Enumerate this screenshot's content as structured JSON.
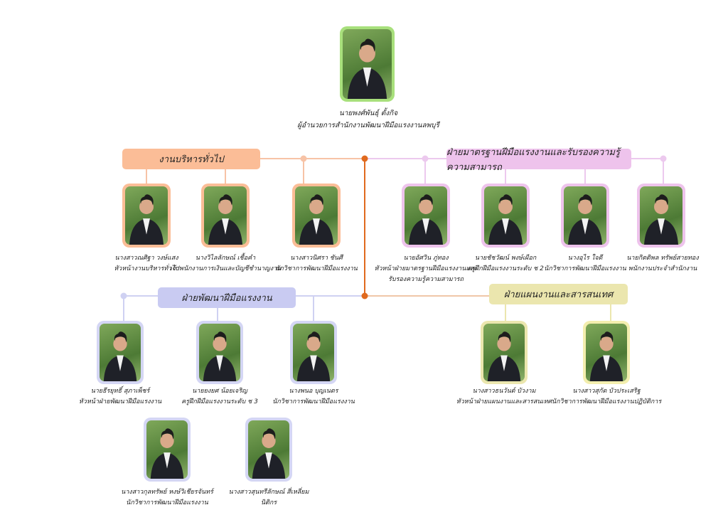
{
  "colors": {
    "admin": "#fbbd97",
    "standards": "#eec3ec",
    "development": "#c9cbf2",
    "planning": "#ebe6ae",
    "trunk": "#e06a1e",
    "director_border": "#a8e07c"
  },
  "director": {
    "name": "นายพงศ์พันธุ์  ตั้งกิจ",
    "title": "ผู้อำนวยการสำนักงานพัฒนาฝีมือแรงงานลพบุรี"
  },
  "departments": [
    {
      "label": "งานบริหารทั่วไป",
      "members": [
        {
          "name": "นางสาวณศิฐา  วงษ์แสง",
          "title": "หัวหน้างานบริหารทั่วไป"
        },
        {
          "name": "นางวิไลลักษณ์  เชื้อคำ",
          "title": "เจ้าพนักงานการเงินและบัญชีชำนาญงาน"
        },
        {
          "name": "นางสาวนิศรา  ชันศี",
          "title": "นักวิชาการพัฒนาฝีมือแรงงาน"
        }
      ]
    },
    {
      "label": "ฝ่ายมาตรฐานฝีมือแรงงานและรับรองความรู้ความสามารถ",
      "members": [
        {
          "name": "นายอัศวิน  ภู่ทอง",
          "title": "หัวหน้าฝ่ายมาตรฐานฝีมือแรงงานและ",
          "title2": "รับรองความรู้ความสามารถ"
        },
        {
          "name": "นายชัชวัฒน์  พงษ์เผือก",
          "title": "ครูฝึกฝีมือแรงงานระดับ ช 2"
        },
        {
          "name": "นางอุไร  ใจดี",
          "title": "นักวิชาการพัฒนาฝีมือแรงงาน"
        },
        {
          "name": "นายกิตติพล  ทรัพย์สายทอง",
          "title": "พนักงานประจำสำนักงาน"
        }
      ]
    },
    {
      "label": "ฝ่ายพัฒนาฝีมือแรงงาน",
      "members": [
        {
          "name": "นายธีรยุทธิ์  สุภาเพ็ชร์",
          "title": "หัวหน้าฝ่ายพัฒนาฝีมือแรงงาน"
        },
        {
          "name": "นายยงยศ  น้อยเจริญ",
          "title": "ครูฝึกฝีมือแรงงานระดับ ช 3"
        },
        {
          "name": "นางพนอ  บุญเนตร",
          "title": "นักวิชาการพัฒนาฝีมือแรงงาน"
        },
        {
          "name": "นางสาวกุลทรัพย์  หงษ์วิเชียรจันทร์",
          "title": "นักวิชาการพัฒนาฝีมือแรงงาน"
        },
        {
          "name": "นางสาวสุนทรีลักษณ์  สี่เหลี่ยม",
          "title": "นิติกร"
        }
      ]
    },
    {
      "label": "ฝ่ายแผนงานและสารสนเทศ",
      "members": [
        {
          "name": "นางสาวธนวันต์  บัวงาม",
          "title": "หัวหน้าฝ่ายแผนงานและสารสนเทศ"
        },
        {
          "name": "นางสาวสุกัด  บัวประเสริฐ",
          "title": "นักวิชาการพัฒนาฝีมือแรงงานปฏิบัติการ"
        }
      ]
    }
  ]
}
